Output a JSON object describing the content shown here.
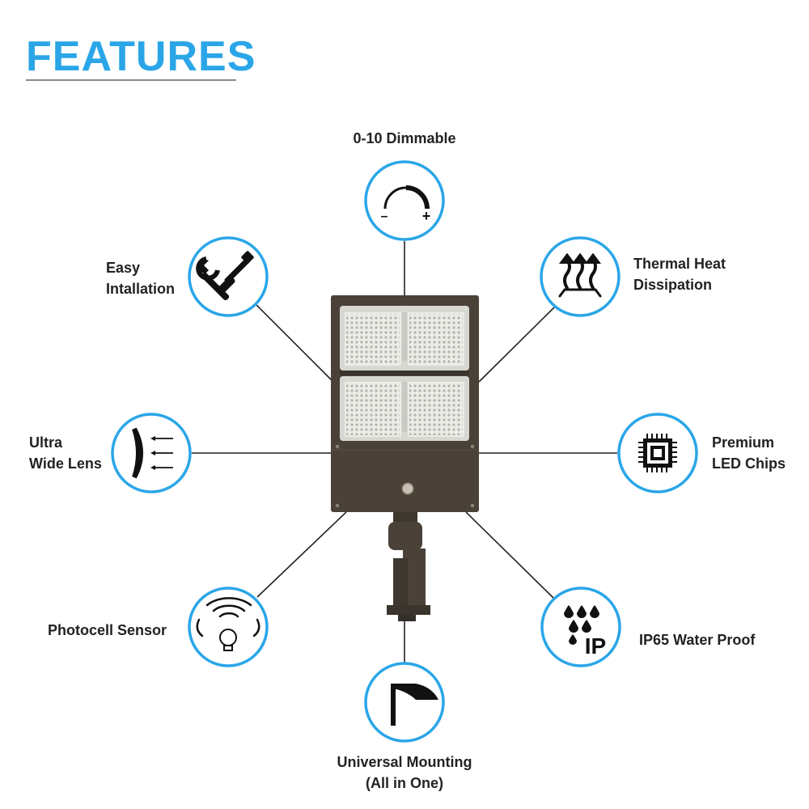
{
  "header": {
    "title": "FEATURES"
  },
  "colors": {
    "accent": "#2aa6e8",
    "housing": "#4a4238",
    "ink": "#222222",
    "line": "#222222"
  },
  "features": [
    {
      "id": "dimmable",
      "icon": "dimmer-icon",
      "lines": [
        "0-10 Dimmable"
      ]
    },
    {
      "id": "easy-installation",
      "icon": "tools-icon",
      "lines": [
        "Easy",
        "Intallation"
      ]
    },
    {
      "id": "thermal",
      "icon": "heat-dissipation-icon",
      "lines": [
        "Thermal Heat",
        "Dissipation"
      ]
    },
    {
      "id": "lens",
      "icon": "wide-lens-icon",
      "lines": [
        "Ultra",
        "Wide Lens"
      ]
    },
    {
      "id": "chips",
      "icon": "led-chip-icon",
      "lines": [
        "Premium",
        "LED Chips"
      ]
    },
    {
      "id": "photocell",
      "icon": "photocell-sensor-icon",
      "lines": [
        "Photocell Sensor"
      ]
    },
    {
      "id": "waterproof",
      "icon": "water-proof-icon",
      "lines": [
        "IP65 Water Proof"
      ],
      "badge": "IP"
    },
    {
      "id": "mounting",
      "icon": "mounting-icon",
      "lines": [
        "Universal Mounting",
        "(All in One)"
      ]
    }
  ],
  "dimmer": {
    "minus": "–",
    "plus": "+"
  }
}
